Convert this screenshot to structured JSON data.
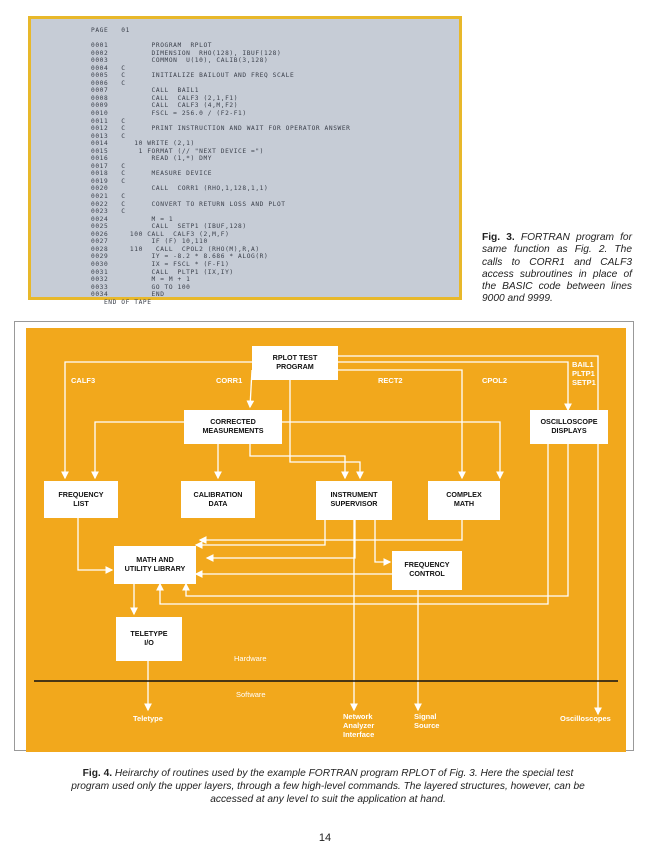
{
  "listing_lines": [
    "PAGE   01",
    "",
    "0001          PROGRAM  RPLOT",
    "0002          DIMENSION  RHO(128), IBUF(128)",
    "0003          COMMON  U(10), CALIB(3,128)",
    "0004   C",
    "0005   C      INITIALIZE BAILOUT AND FREQ SCALE",
    "0006   C",
    "0007          CALL  BAIL1",
    "0008          CALL  CALF3 (2,1,F1)",
    "0009          CALL  CALF3 (4,M,F2)",
    "0010          FSCL = 256.0 / (F2-F1)",
    "0011   C",
    "0012   C      PRINT INSTRUCTION AND WAIT FOR OPERATOR ANSWER",
    "0013   C",
    "0014      10 WRITE (2,1)",
    "0015       1 FORMAT (// \"NEXT DEVICE =\")",
    "0016          READ (1,*) DMY",
    "0017   C",
    "0018   C      MEASURE DEVICE",
    "0019   C",
    "0020          CALL  CORR1 (RHO,1,128,1,1)",
    "0021   C",
    "0022   C      CONVERT TO RETURN LOSS AND PLOT",
    "0023   C",
    "0024          M = 1",
    "0025          CALL  SETP1 (IBUF,128)",
    "0026     100 CALL  CALF3 (2,M,F)",
    "0027          IF (F) 10,110",
    "0028     110   CALL  CPOL2 (RHO(M),R,A)",
    "0029          IY = -8.2 * 8.686 * ALOG(R)",
    "0030          IX = FSCL * (F-F1)",
    "0031          CALL  PLTP1 (IX,IY)",
    "0032          M = M + 1",
    "0033          GO TO 100",
    "0034          END",
    "   END OF TAPE"
  ],
  "fig3_caption": {
    "label": "Fig. 3.",
    "text": " FORTRAN program for same function as Fig. 2. The calls to CORR1 and CALF3 access subroutines in place of the BASIC code between lines 9000 and 9999."
  },
  "diagram": {
    "boxes": {
      "rplot": [
        "RPLOT TEST",
        "PROGRAM"
      ],
      "corrected": [
        "CORRECTED",
        "MEASUREMENTS"
      ],
      "oscilloscope": [
        "OSCILLOSCOPE",
        "DISPLAYS"
      ],
      "frequency_list": [
        "FREQUENCY",
        "LIST"
      ],
      "calibration": [
        "CALIBRATION",
        "DATA"
      ],
      "instrument": [
        "INSTRUMENT",
        "SUPERVISOR"
      ],
      "complex": [
        "COMPLEX",
        "MATH"
      ],
      "math_utility": [
        "MATH AND",
        "UTILITY LIBRARY"
      ],
      "frequency_control": [
        "FREQUENCY",
        "CONTROL"
      ],
      "teletype": [
        "TELETYPE",
        "I/O"
      ]
    },
    "line_labels": {
      "calf3": "CALF3",
      "corr1": "CORR1",
      "rect2": "RECT2",
      "cpol2": "CPOL2",
      "bail_group": [
        "BAIL1",
        "PLTP1",
        "SETP1"
      ]
    },
    "hardware_label": "Hardware",
    "software_label": "Software",
    "outputs": {
      "teletype": "Teletype",
      "network": [
        "Network",
        "Analyzer",
        "Interface"
      ],
      "signal": [
        "Signal",
        "Source"
      ],
      "oscilloscopes": "Oscilloscopes"
    }
  },
  "fig4_caption": {
    "label": "Fig. 4.",
    "text": " Heirarchy of routines used by the example FORTRAN program RPLOT of Fig. 3. Here the special test program used only the upper layers, through a few high-level commands. The layered structures, however, can be accessed at any level to suit the application at hand."
  },
  "page_number": "14",
  "colors": {
    "diagram_background": "#f2a81c",
    "frame_border": "#e8b82a",
    "listing_background": "#c6ccd6"
  }
}
